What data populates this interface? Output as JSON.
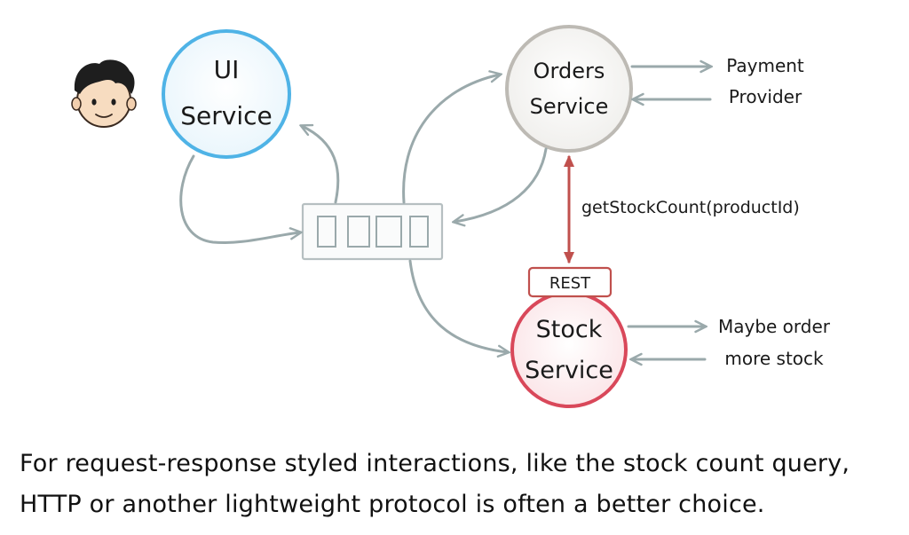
{
  "nodes": {
    "ui_service": {
      "line1": "UI",
      "line2": "Service",
      "color": "#4fb3e6"
    },
    "orders_service": {
      "line1": "Orders",
      "line2": "Service",
      "color": "#bdbab4"
    },
    "stock_service": {
      "line1": "Stock",
      "line2": "Service",
      "color": "#d9485a"
    },
    "rest_tag": {
      "label": "REST",
      "color": "#c0504d"
    },
    "message_queue": {
      "color": "#b6bfc1"
    }
  },
  "external": {
    "payment_provider": {
      "line1": "Payment",
      "line2": "Provider"
    },
    "maybe_order_stock": {
      "line1": "Maybe order",
      "line2": "more stock"
    }
  },
  "edge_labels": {
    "stock_call": "getStockCount(productId)"
  },
  "caption": {
    "line1": "For request-response styled interactions, like the stock count query,",
    "line2": "HTTP or another lightweight protocol is often a better choice."
  },
  "colors": {
    "arrow_gray": "#9aa9ab",
    "arrow_red": "#c0504d"
  }
}
